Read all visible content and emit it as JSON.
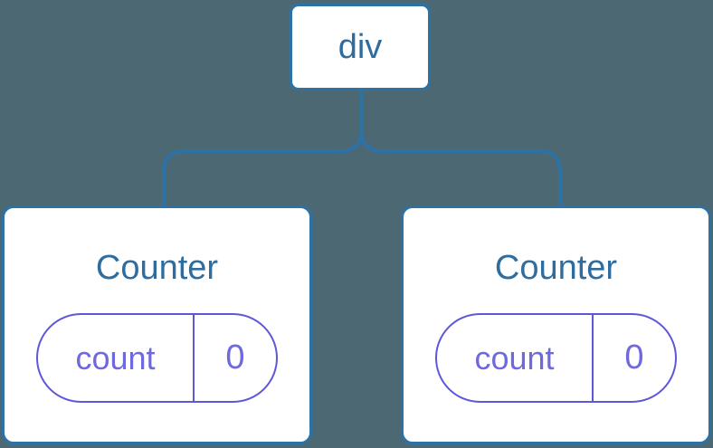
{
  "diagram": {
    "description": "React component tree: div parent with two Counter children holding state",
    "root": {
      "label": "div"
    },
    "children": [
      {
        "title": "Counter",
        "state": {
          "key": "count",
          "value": "0"
        }
      },
      {
        "title": "Counter",
        "state": {
          "key": "count",
          "value": "0"
        }
      }
    ]
  },
  "colors": {
    "background": "#4c6872",
    "connector": "#2d72a7",
    "node_border": "#2d72a7",
    "node_text": "#2f6d9f",
    "pill_border": "#5e58d9",
    "pill_text": "#6e69df",
    "card_background": "#ffffff"
  }
}
